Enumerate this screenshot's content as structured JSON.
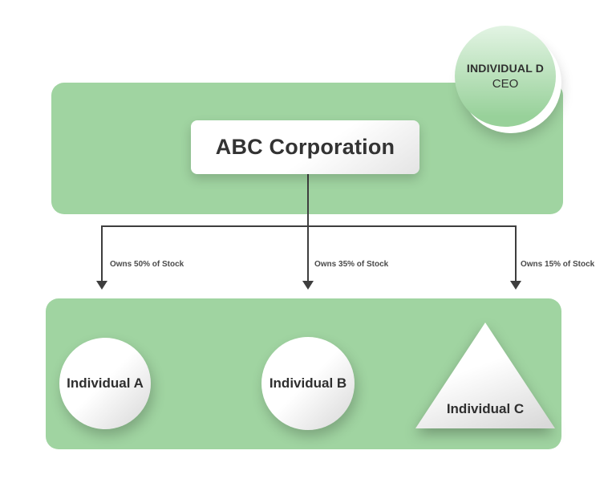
{
  "colors": {
    "panel_green": "#a0d4a1",
    "line_color": "#3e3e3e",
    "label_color": "#4a4a4a",
    "text_dark": "#2f2f2f"
  },
  "company": {
    "name": "ABC Corporation"
  },
  "ceo": {
    "name": "INDIVIDUAL D",
    "title": "CEO"
  },
  "edges": [
    {
      "label": "Owns 50% of Stock"
    },
    {
      "label": "Owns 35% of Stock"
    },
    {
      "label": "Owns 15% of Stock"
    }
  ],
  "owners": [
    {
      "label": "Individual A",
      "shape": "circle"
    },
    {
      "label": "Individual B",
      "shape": "circle"
    },
    {
      "label": "Individual C",
      "shape": "triangle"
    }
  ]
}
